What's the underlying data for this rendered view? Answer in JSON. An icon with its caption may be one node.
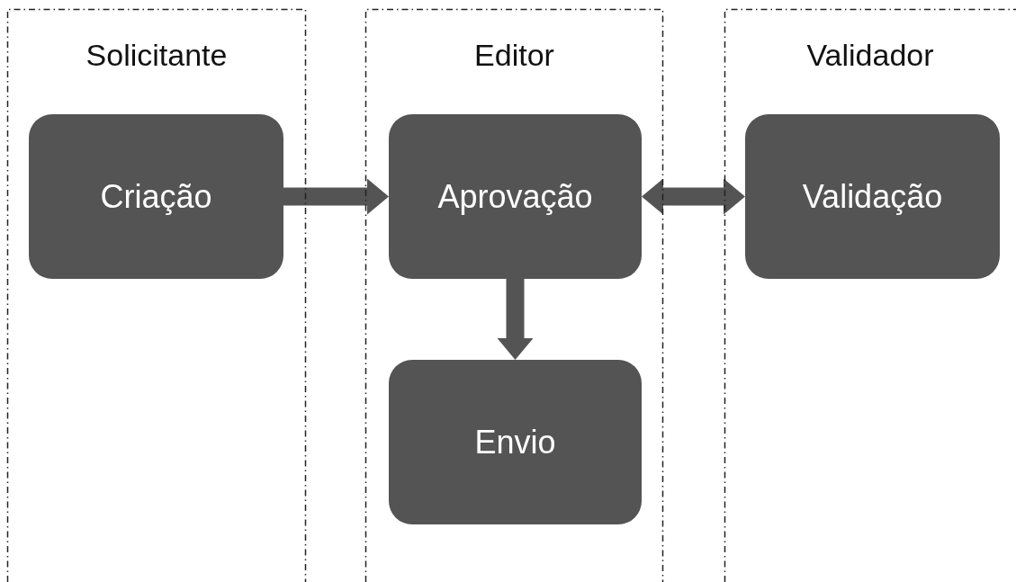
{
  "diagram": {
    "nodes": [
      {
        "text": [
          "Solicitante"
        ]
      },
      {
        "text": [
          "Criação"
        ],
        "in": 0
      },
      {
        "text": [
          "Editor"
        ]
      },
      {
        "text": [
          "Aprovação"
        ],
        "in": 2
      },
      {
        "text": [
          "Envio"
        ],
        "in": 2
      },
      {
        "text": [
          "Validador"
        ]
      },
      {
        "text": [
          "Validação"
        ],
        "in": 5
      }
    ],
    "edges": [
      {
        "from": 1,
        "to": 3,
        "arrow": "to"
      },
      {
        "from": 3,
        "to": 6,
        "arrow": "both"
      },
      {
        "from": 3,
        "to": 4,
        "arrow": "to"
      }
    ]
  }
}
